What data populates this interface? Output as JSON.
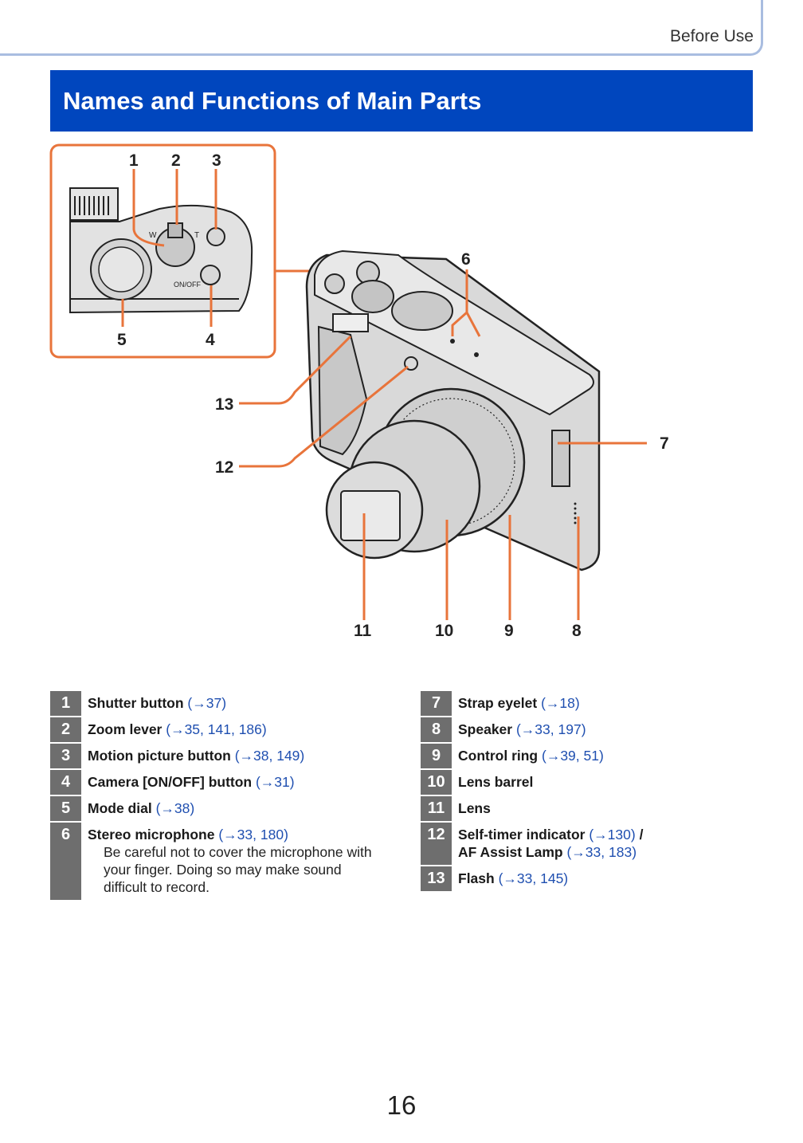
{
  "header": {
    "section": "Before Use"
  },
  "title": "Names and Functions of Main Parts",
  "figure": {
    "callouts": [
      "1",
      "2",
      "3",
      "4",
      "5",
      "6",
      "7",
      "8",
      "9",
      "10",
      "11",
      "12",
      "13"
    ],
    "top_view_labels": {
      "w": "W",
      "t": "T",
      "on_off": "ON/OFF"
    },
    "colors": {
      "leader": "#e8743b",
      "inset_border": "#e8743b"
    }
  },
  "parts_left": [
    {
      "num": "1",
      "name": "Shutter button",
      "ref": "(→37)"
    },
    {
      "num": "2",
      "name": "Zoom lever",
      "ref": "(→35, 141, 186)"
    },
    {
      "num": "3",
      "name": "Motion picture button",
      "ref": "(→38, 149)"
    },
    {
      "num": "4",
      "name": "Camera [ON/OFF] button",
      "ref": "(→31)"
    },
    {
      "num": "5",
      "name": "Mode dial",
      "ref": "(→38)"
    },
    {
      "num": "6",
      "name": "Stereo microphone",
      "ref": "(→33, 180)",
      "note": "Be careful not to cover the microphone with your finger. Doing so may make sound difficult to record."
    }
  ],
  "parts_right": [
    {
      "num": "7",
      "name": "Strap eyelet",
      "ref": "(→18)"
    },
    {
      "num": "8",
      "name": "Speaker",
      "ref": "(→33, 197)"
    },
    {
      "num": "9",
      "name": "Control ring",
      "ref": "(→39, 51)"
    },
    {
      "num": "10",
      "name": "Lens barrel",
      "ref": ""
    },
    {
      "num": "11",
      "name": "Lens",
      "ref": ""
    },
    {
      "num": "12",
      "name": "Self-timer indicator",
      "ref": "(→130)",
      "sep": " /",
      "name2": "AF Assist Lamp",
      "ref2": "(→33, 183)"
    },
    {
      "num": "13",
      "name": "Flash",
      "ref": "(→33, 145)"
    }
  ],
  "page_number": "16"
}
